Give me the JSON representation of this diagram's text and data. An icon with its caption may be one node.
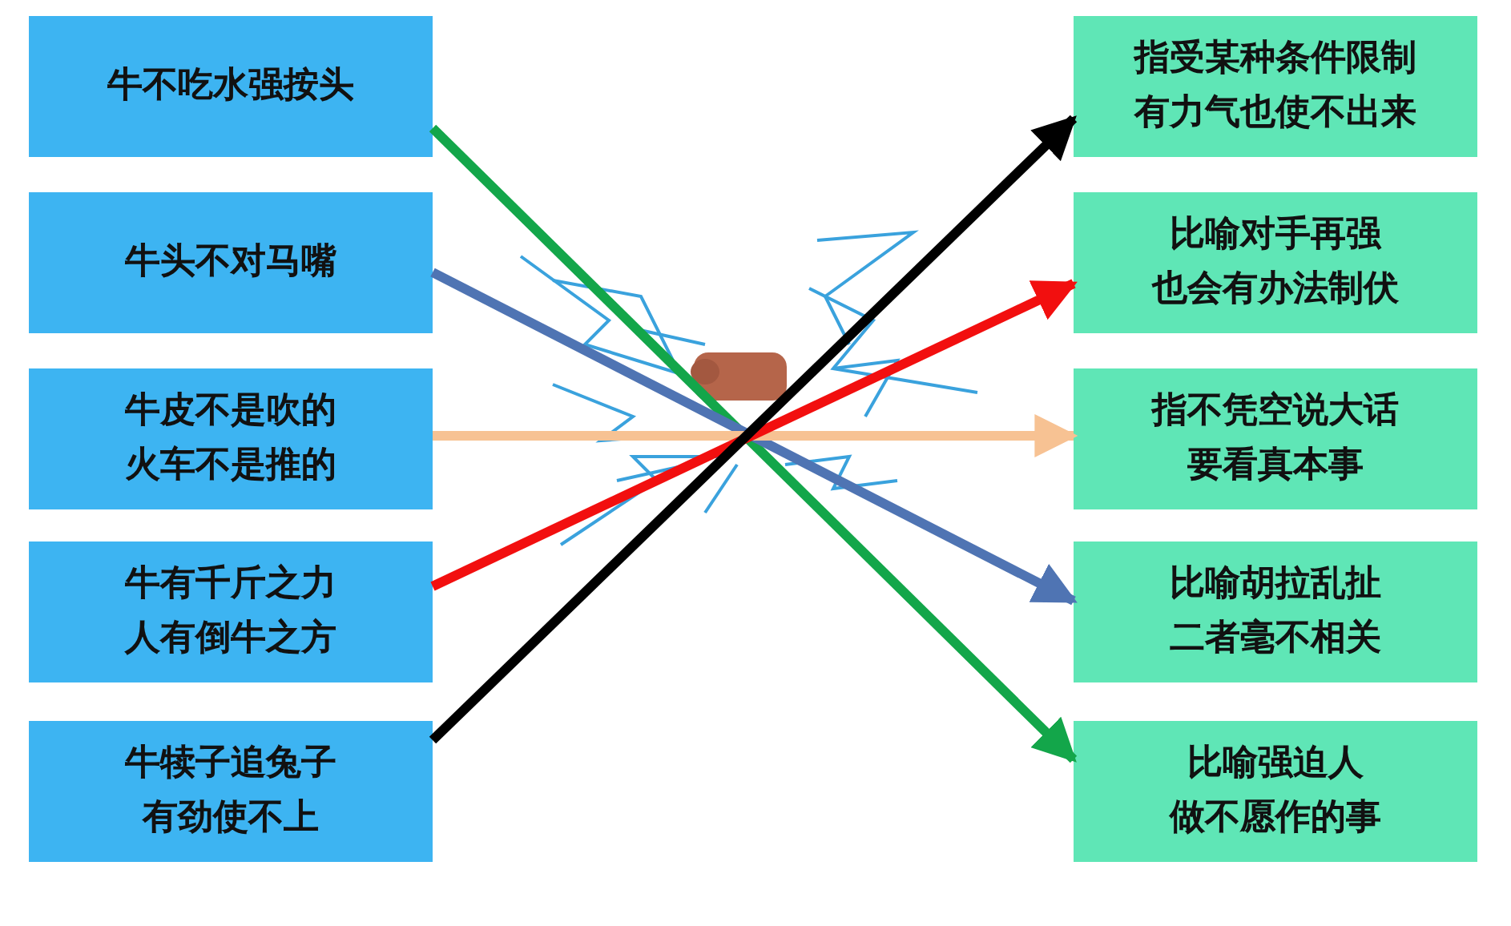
{
  "diagram": {
    "nodes": [
      {
        "text": [
          "牛不吃水强按头"
        ]
      },
      {
        "text": [
          "牛头不对马嘴"
        ]
      },
      {
        "text": [
          "牛皮不是吹的火车不是推的"
        ]
      },
      {
        "text": [
          "牛有千斤之力人有倒牛之方"
        ]
      },
      {
        "text": [
          "牛犊子追兔子有劲使不上"
        ]
      },
      {
        "text": [
          "指受某种条件限制有力气也使不出来"
        ]
      },
      {
        "text": [
          "比喻对手再强也会有办法制伏"
        ]
      },
      {
        "text": [
          "指不凭空说大话要看真本事"
        ]
      },
      {
        "text": [
          "比喻胡拉乱扯二者毫不相关"
        ]
      },
      {
        "text": [
          "比喻强迫人做不愿作的事"
        ]
      }
    ],
    "edges": [
      {
        "from": 0,
        "to": 9,
        "arrow": "to",
        "color": "#13a64a"
      },
      {
        "from": 1,
        "to": 8,
        "arrow": "to",
        "color": "#4f74b3"
      },
      {
        "from": 2,
        "to": 7,
        "arrow": "to",
        "color": "#f7c293"
      },
      {
        "from": 3,
        "to": 6,
        "arrow": "to",
        "color": "#f20f0f"
      },
      {
        "from": 4,
        "to": 5,
        "arrow": "to",
        "color": "#000000"
      }
    ]
  }
}
